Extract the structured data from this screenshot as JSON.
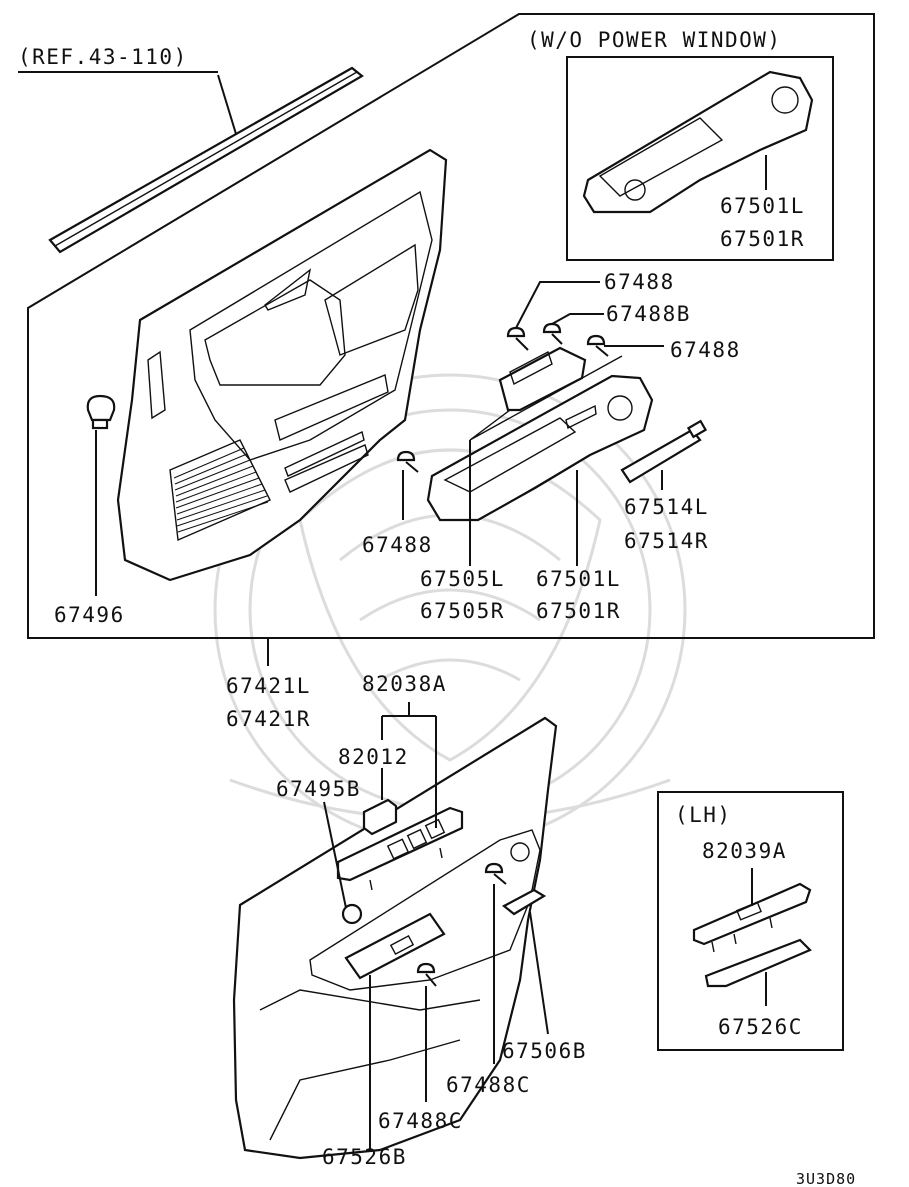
{
  "diagram_id": "3U3D80",
  "boxes": {
    "main": {
      "title": ""
    },
    "wo_power_window": {
      "title": "(W/O POWER WINDOW)"
    },
    "lh": {
      "title": "(LH)"
    }
  },
  "reference": "(REF.43-110)",
  "labels": {
    "p67501L_top": "67501L",
    "p67501R_top": "67501R",
    "p67488_a": "67488",
    "p67488B": "67488B",
    "p67488_b": "67488",
    "p67488_c": "67488",
    "p67514L": "67514L",
    "p67514R": "67514R",
    "p67505L": "67505L",
    "p67505R": "67505R",
    "p67501L": "67501L",
    "p67501R": "67501R",
    "p67496": "67496",
    "p67421L": "67421L",
    "p67421R": "67421R",
    "p82038A": "82038A",
    "p82012": "82012",
    "p67495B": "67495B",
    "p82039A": "82039A",
    "p67526C": "67526C",
    "p67506B": "67506B",
    "p67488C_a": "67488C",
    "p67488C_b": "67488C",
    "p67526B": "67526B"
  }
}
